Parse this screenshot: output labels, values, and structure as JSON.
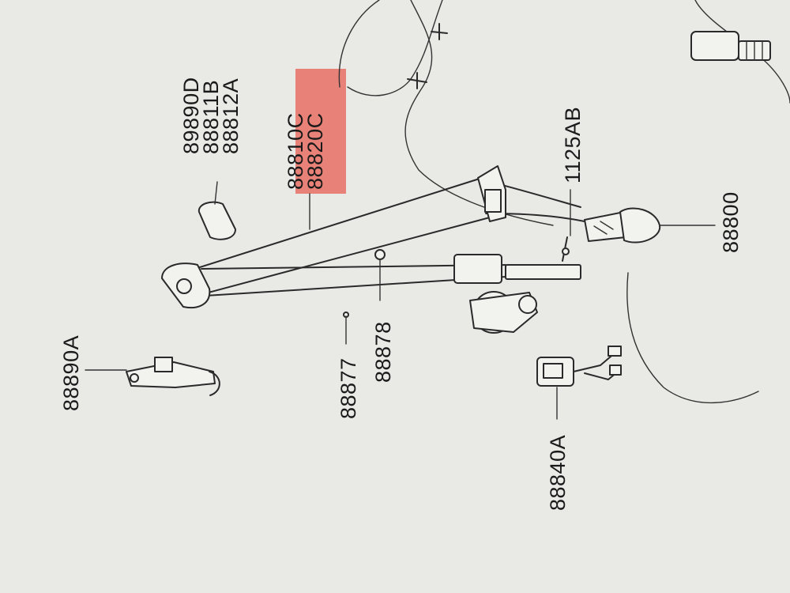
{
  "labels": {
    "p88890A": "88890A",
    "p89890D": "89890D",
    "p88811B": "88811B",
    "p88812A": "88812A",
    "p88810C": "88810C",
    "p88820C": "88820C",
    "p1125AB": "1125AB",
    "p88800": "88800",
    "p88877": "88877",
    "p88878": "88878",
    "p88840A": "88840A"
  },
  "colors": {
    "highlight": "#e8776c",
    "line": "#2a2a2a",
    "paper": "#e9e9e6"
  }
}
